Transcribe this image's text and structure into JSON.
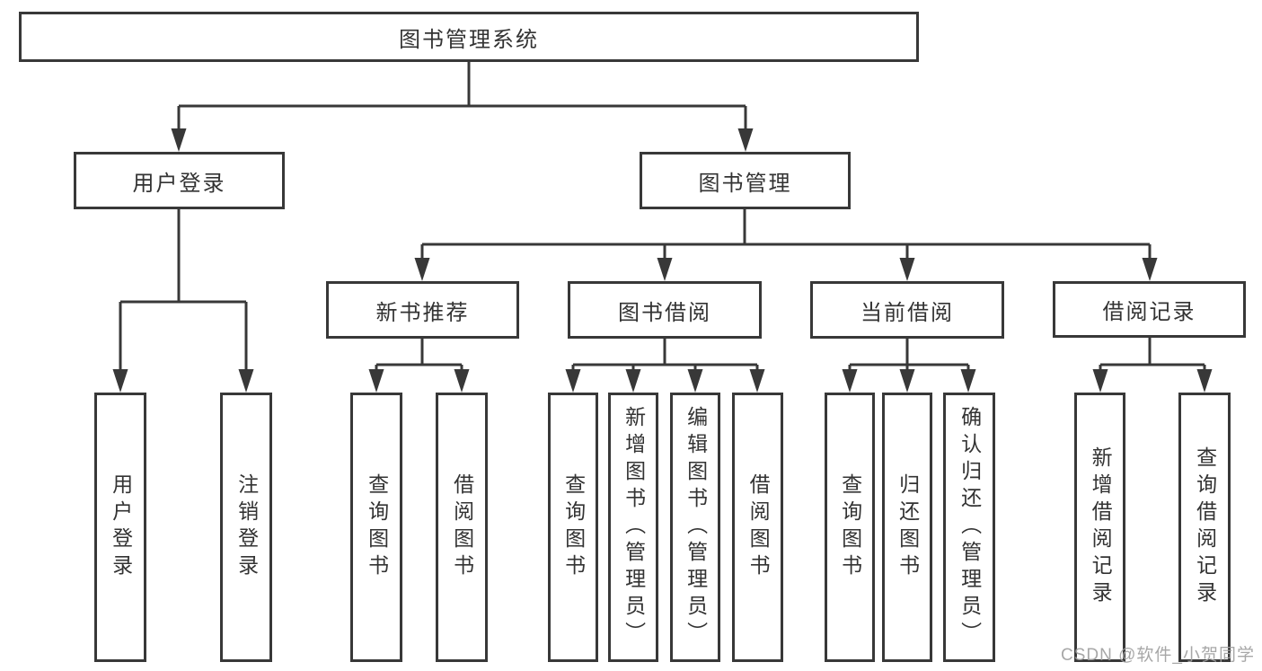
{
  "diagram": {
    "root": {
      "label": "图书管理系统"
    },
    "branches": [
      {
        "label": "用户登录",
        "children": [
          {
            "label": "用户登录"
          },
          {
            "label": "注销登录"
          }
        ]
      },
      {
        "label": "图书管理",
        "children": [
          {
            "label": "新书推荐",
            "children": [
              {
                "label": "查询图书"
              },
              {
                "label": "借阅图书"
              }
            ]
          },
          {
            "label": "图书借阅",
            "children": [
              {
                "label": "查询图书"
              },
              {
                "label": "新增图书（管理员）"
              },
              {
                "label": "编辑图书（管理员）"
              },
              {
                "label": "借阅图书"
              }
            ]
          },
          {
            "label": "当前借阅",
            "children": [
              {
                "label": "查询图书"
              },
              {
                "label": "归还图书"
              },
              {
                "label": "确认归还（管理员）"
              }
            ]
          },
          {
            "label": "借阅记录",
            "children": [
              {
                "label": "新增借阅记录"
              },
              {
                "label": "查询借阅记录"
              }
            ]
          }
        ]
      }
    ]
  },
  "watermark": {
    "text": "CSDN @软件_小贺同学"
  },
  "colors": {
    "line": "#383838",
    "text": "#333333",
    "watermark": "#a0a0a0",
    "background": "#ffffff"
  }
}
